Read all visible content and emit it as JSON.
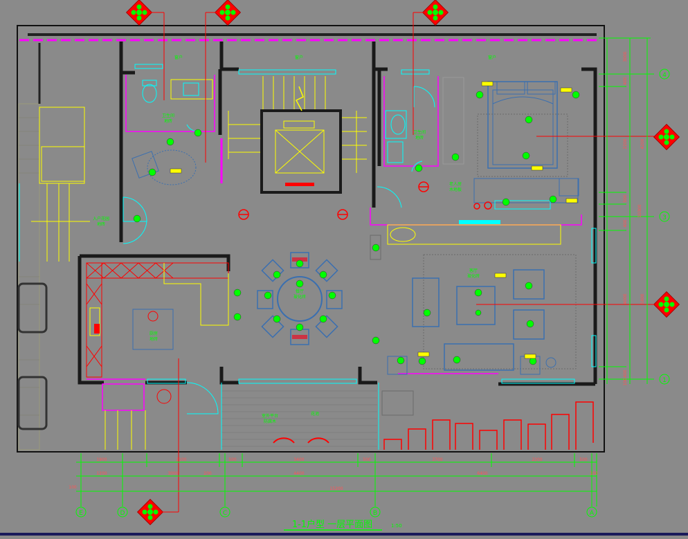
{
  "drawing": {
    "title": "1-1户型 一层平面图",
    "scale_note": "1:50",
    "colors": {
      "background": "#8a8a8a",
      "wall": "#1a1a1a",
      "green": "#00ff00",
      "yellow": "#ffff00",
      "cyan": "#00ffff",
      "magenta": "#ff00ff",
      "red": "#ff0000",
      "blue": "#3a6fb0"
    }
  },
  "rooms": [
    {
      "id": "bath1",
      "name": "卫生间",
      "sub": "地砖"
    },
    {
      "id": "bath2",
      "name": "卫生间",
      "sub": "地砖"
    },
    {
      "id": "bedroom",
      "name": "老人房",
      "sub": "木地板"
    },
    {
      "id": "dining",
      "name": "餐厅",
      "sub": "玻化砖"
    },
    {
      "id": "kitchen",
      "name": "厨房",
      "sub": "地砖"
    },
    {
      "id": "living",
      "name": "客厅",
      "sub": "玻化砖"
    },
    {
      "id": "entry",
      "name": "入户花园",
      "sub": "地砖"
    },
    {
      "id": "terrace",
      "name": "室外平台",
      "sub": "防腐木"
    },
    {
      "id": "terrace2",
      "name": "花池",
      "sub": ""
    }
  ],
  "top_labels": [
    "窗户",
    "窗户",
    "窗户"
  ],
  "dimensions": {
    "row1": [
      "1900",
      "2100",
      "500",
      "3400",
      "500",
      "3700",
      "2200",
      "500"
    ],
    "row2": [
      "1200",
      "3000",
      "200",
      "4400",
      "6400",
      "100"
    ],
    "row2_left": "100",
    "total": "15200",
    "right_chain": [
      "3000",
      "400",
      "2200",
      "500",
      "400",
      "4000",
      "400",
      "100"
    ],
    "right_mid": [
      "4200",
      "5800"
    ],
    "right_total": "10300"
  },
  "axes": {
    "bottom": [
      "E",
      "D",
      "C",
      "B",
      "A"
    ],
    "right": [
      "4",
      "3",
      "1"
    ]
  }
}
